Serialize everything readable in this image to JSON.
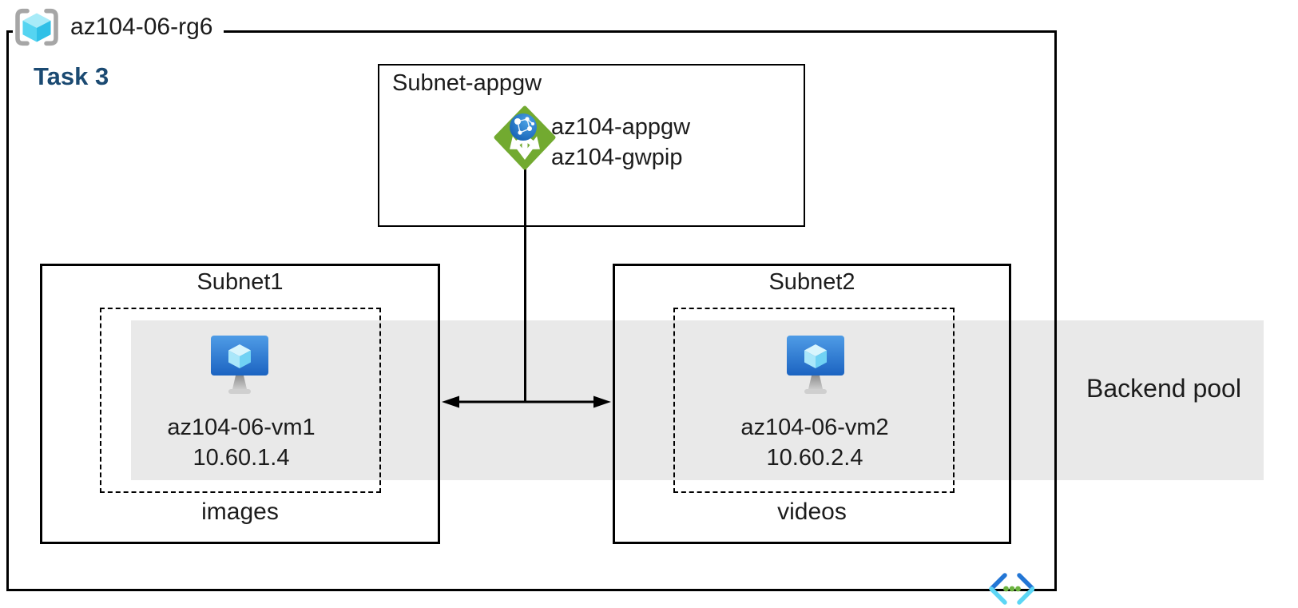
{
  "resource_group": {
    "name": "az104-06-rg6"
  },
  "task_label": "Task 3",
  "backend_pool_label": "Backend pool",
  "appgw_subnet": {
    "title": "Subnet-appgw",
    "gateway_name": "az104-appgw",
    "public_ip_name": "az104-gwpip"
  },
  "subnet1": {
    "title": "Subnet1",
    "vm_name": "az104-06-vm1",
    "vm_ip": "10.60.1.4",
    "storage_label": "images"
  },
  "subnet2": {
    "title": "Subnet2",
    "vm_name": "az104-06-vm2",
    "vm_ip": "10.60.2.4",
    "storage_label": "videos"
  },
  "icons": {
    "resource_group": "resource-group-icon",
    "application_gateway": "application-gateway-icon",
    "virtual_machine_1": "virtual-machine-icon",
    "virtual_machine_2": "virtual-machine-icon",
    "virtual_network": "virtual-network-icon"
  },
  "colors": {
    "task_label": "#1b4a72",
    "backend_pool_band": "#e9e9e9",
    "appgw_green": "#72aa30",
    "globe_blue": "#1a6fc0",
    "vm_screen_top": "#4f9ce6",
    "vm_screen_bottom": "#1b63c1",
    "cube_cyan_light": "#a9e7fa",
    "rg_bracket_gray": "#a6a6a6",
    "vnet_blue": "#2376d5",
    "vnet_cyan": "#5cd6f5",
    "vnet_dot_green": "#6cb33f",
    "line_black": "#000000"
  }
}
